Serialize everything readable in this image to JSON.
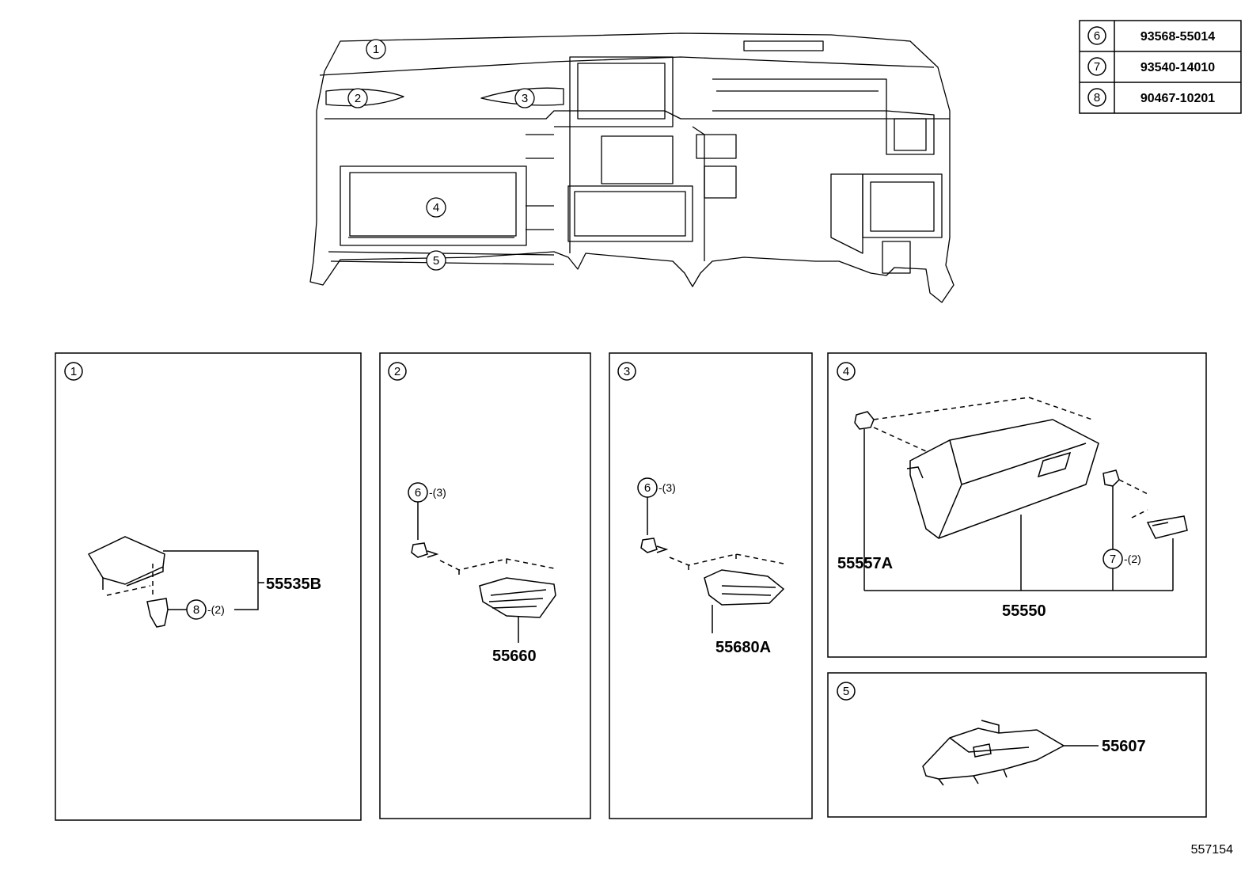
{
  "legend": [
    {
      "key": "6",
      "part": "93568-55014"
    },
    {
      "key": "7",
      "part": "93540-14010"
    },
    {
      "key": "8",
      "part": "90467-10201"
    }
  ],
  "overview_callouts": [
    "1",
    "2",
    "3",
    "4",
    "5"
  ],
  "panels": [
    {
      "index": "1",
      "part": "55535B",
      "fastener": "8",
      "qty": "-(2)"
    },
    {
      "index": "2",
      "part": "55660",
      "fastener": "6",
      "qty": "-(3)"
    },
    {
      "index": "3",
      "part": "55680A",
      "fastener": "6",
      "qty": "-(3)"
    },
    {
      "index": "4",
      "part_main": "55550",
      "part_side": "55557A",
      "fastener": "7",
      "qty": "-(2)"
    },
    {
      "index": "5",
      "part": "55607"
    }
  ],
  "figure_number": "557154"
}
